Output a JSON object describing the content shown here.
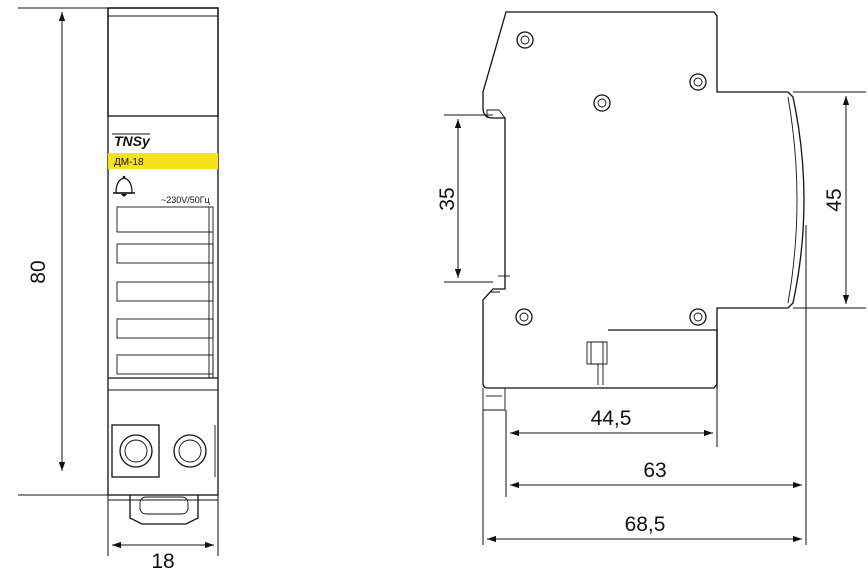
{
  "front_view": {
    "brand": "TNSy",
    "model": "ДМ-18",
    "rating": "~230V/50Гц",
    "label_color": "#f5e11c",
    "icon": "bell-icon"
  },
  "dimensions": {
    "height": "80",
    "width": "18",
    "rail_height": "35",
    "front_height": "45",
    "depth_front": "44,5",
    "depth_body": "63",
    "depth_total": "68,5"
  }
}
